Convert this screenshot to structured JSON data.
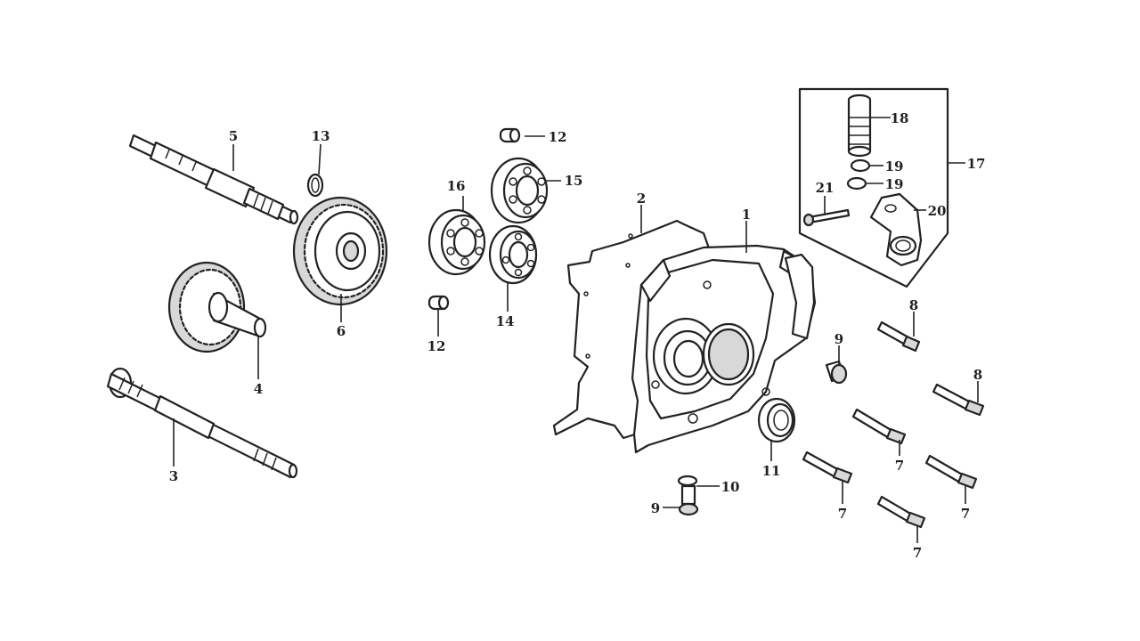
{
  "callouts": [
    {
      "id": "1",
      "text": "1"
    },
    {
      "id": "2",
      "text": "2"
    },
    {
      "id": "3",
      "text": "3"
    },
    {
      "id": "4",
      "text": "4"
    },
    {
      "id": "5",
      "text": "5"
    },
    {
      "id": "6",
      "text": "6"
    },
    {
      "id": "7a",
      "text": "7"
    },
    {
      "id": "7b",
      "text": "7"
    },
    {
      "id": "7c",
      "text": "7"
    },
    {
      "id": "7d",
      "text": "7"
    },
    {
      "id": "8a",
      "text": "8"
    },
    {
      "id": "8b",
      "text": "8"
    },
    {
      "id": "9a",
      "text": "9"
    },
    {
      "id": "9b",
      "text": "9"
    },
    {
      "id": "10",
      "text": "10"
    },
    {
      "id": "11",
      "text": "11"
    },
    {
      "id": "12a",
      "text": "12"
    },
    {
      "id": "12b",
      "text": "12"
    },
    {
      "id": "13",
      "text": "13"
    },
    {
      "id": "14",
      "text": "14"
    },
    {
      "id": "15",
      "text": "15"
    },
    {
      "id": "16",
      "text": "16"
    },
    {
      "id": "17",
      "text": "17"
    },
    {
      "id": "18",
      "text": "18"
    },
    {
      "id": "19a",
      "text": "19"
    },
    {
      "id": "19b",
      "text": "19"
    },
    {
      "id": "20",
      "text": "20"
    },
    {
      "id": "21",
      "text": "21"
    }
  ],
  "colors": {
    "line": "#222222",
    "background": "#ffffff",
    "shade": "#d8d8d8"
  }
}
